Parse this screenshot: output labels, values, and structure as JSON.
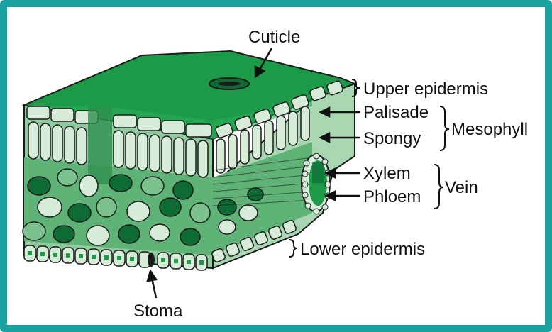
{
  "labels": {
    "cuticle": "Cuticle",
    "upper_epidermis": "Upper epidermis",
    "palisade": "Palisade",
    "spongy": "Spongy",
    "mesophyll": "Mesophyll",
    "xylem": "Xylem",
    "phloem": "Phloem",
    "vein": "Vein",
    "lower_epidermis": "Lower epidermis",
    "stoma": "Stoma"
  },
  "colors": {
    "frame": "#1aa1a0",
    "leaf_top": "#1c9a48",
    "leaf_dark": "#0f6b34",
    "cell_light": "#d6ecd9",
    "cell_mid": "#7cc28f",
    "outline": "#1b1b1b"
  }
}
